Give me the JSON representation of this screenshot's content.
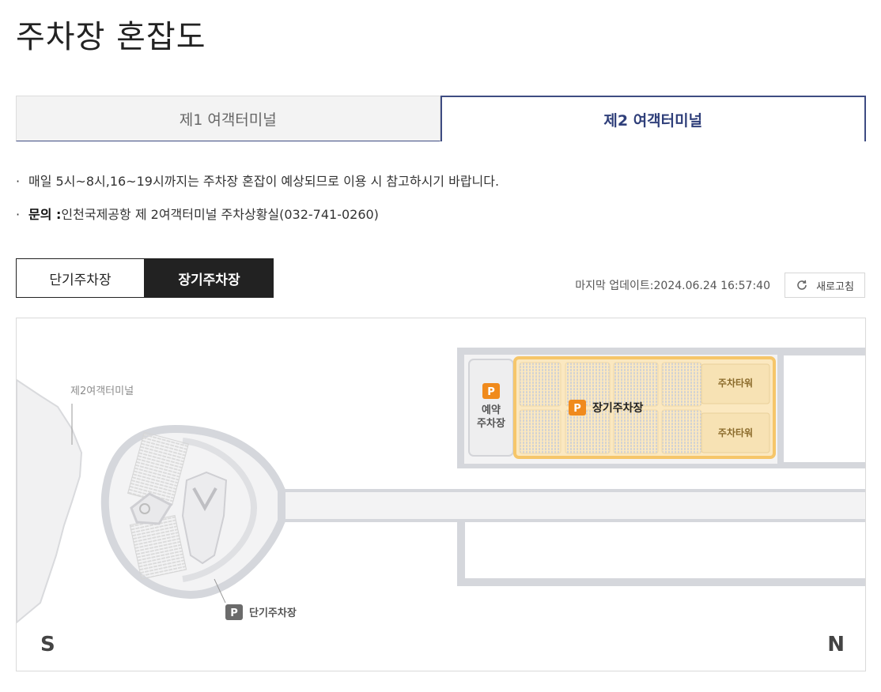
{
  "page_title": "주차장 혼잡도",
  "terminal_tabs": [
    {
      "label": "제1 여객터미널",
      "active": false
    },
    {
      "label": "제2 여객터미널",
      "active": true
    }
  ],
  "notices": {
    "bullet": "·",
    "line1": "매일 5시~8시,16~19시까지는 주차장 혼잡이 예상되므로 이용 시 참고하시기 바랍니다.",
    "line2_label": "문의 :",
    "line2_text": "인천국제공항 제 2여객터미널 주차상황실(032-741-0260)"
  },
  "lot_tabs": [
    {
      "label": "단기주차장",
      "active": false
    },
    {
      "label": "장기주차장",
      "active": true
    }
  ],
  "last_update": "마지막 업데이트:2024.06.24 16:57:40",
  "refresh_label": "새로고침",
  "map": {
    "terminal_label": "제2여객터미널",
    "reservation_lot_line1": "예약",
    "reservation_lot_line2": "주차장",
    "long_term_lot_label": "장기주차장",
    "short_term_lot_label": "단기주차장",
    "tower_label_1": "주차타워",
    "tower_label_2": "주차타워",
    "parking_symbol": "P",
    "compass_south": "S",
    "compass_north": "N"
  },
  "colors": {
    "accent_navy": "#2f3f7a",
    "parking_orange": "#f08a1c",
    "lot_highlight": "#f6c66a",
    "road_gray": "#d5d7dc"
  }
}
